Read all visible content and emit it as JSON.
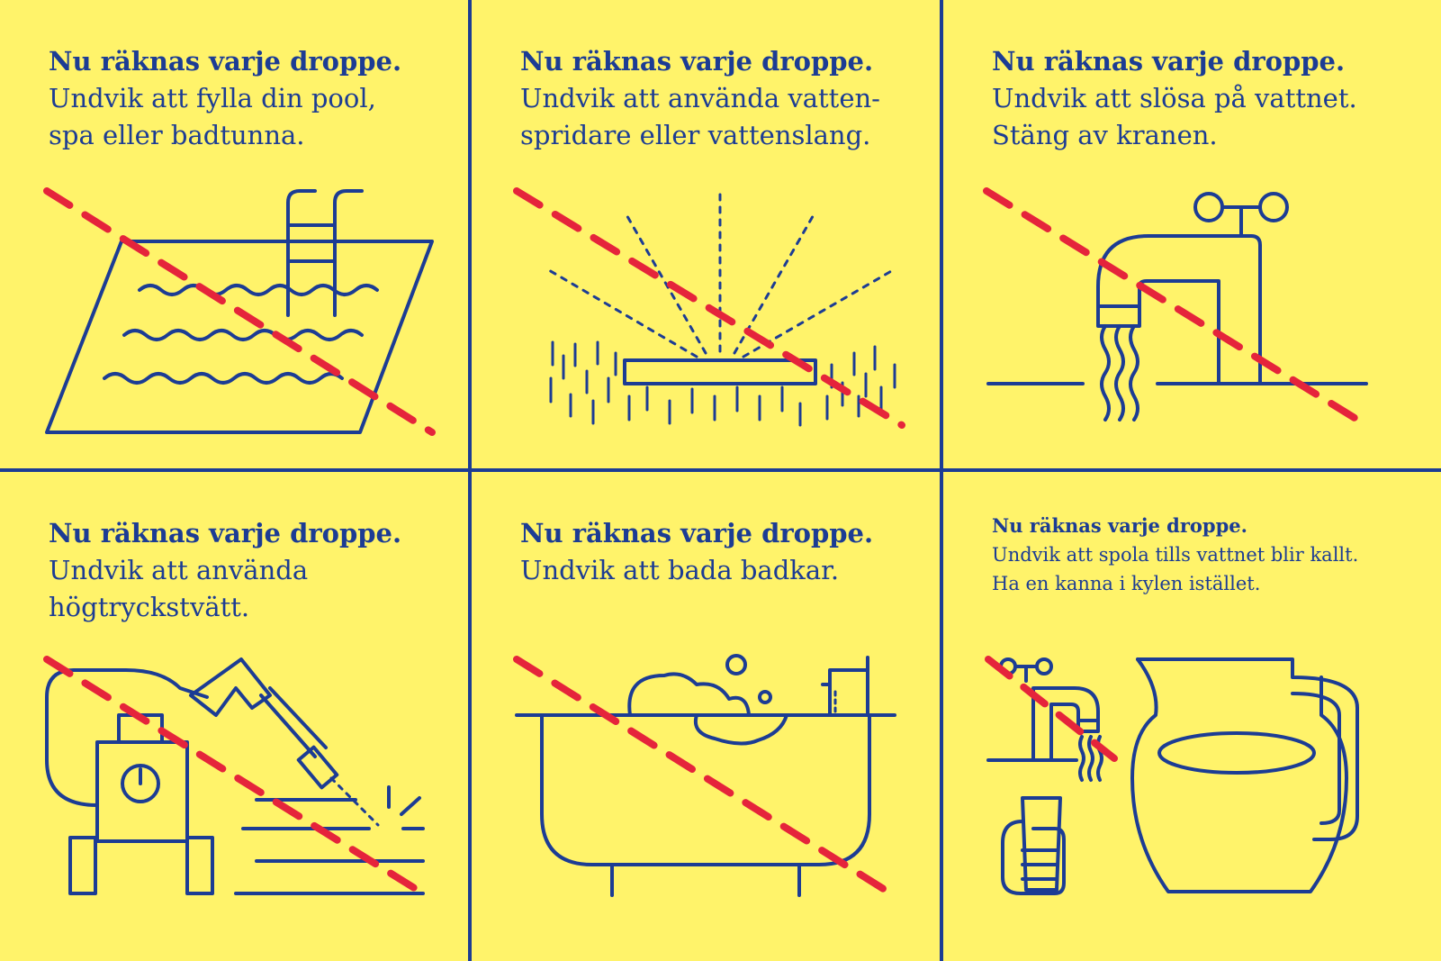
{
  "colors": {
    "background": "#fff36a",
    "ink": "#1c3c94",
    "ban": "#e5243b"
  },
  "panels": [
    {
      "headline": "Nu räknas varje droppe.",
      "line1": "Undvik att fylla din pool,",
      "line2": "spa eller badtunna.",
      "icon": "pool-icon"
    },
    {
      "headline": "Nu räknas varje droppe.",
      "line1": "Undvik att använda vatten-",
      "line2": "spridare eller vattenslang.",
      "icon": "sprinkler-icon"
    },
    {
      "headline": "Nu räknas varje droppe.",
      "line1": "Undvik att slösa på vattnet.",
      "line2": "Stäng av kranen.",
      "icon": "faucet-icon"
    },
    {
      "headline": "Nu räknas varje droppe.",
      "line1": "Undvik att använda",
      "line2": "högtryckstvätt.",
      "icon": "pressure-washer-icon"
    },
    {
      "headline": "Nu räknas varje droppe.",
      "line1": "Undvik att bada badkar.",
      "line2": "",
      "icon": "bathtub-icon"
    },
    {
      "headline": "Nu räknas varje droppe.",
      "line1": "Undvik att spola tills vattnet blir kallt.",
      "line2": "Ha en kanna i kylen istället.",
      "icon": "water-jug-icon"
    }
  ]
}
